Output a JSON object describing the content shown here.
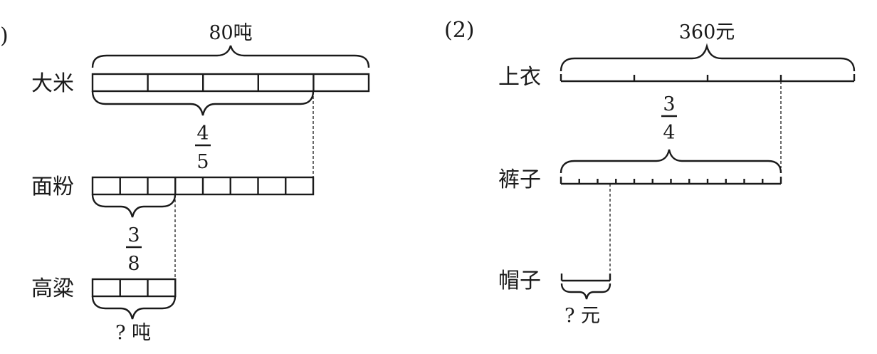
{
  "problem1": {
    "index_label": ")",
    "total_label": "80吨",
    "rows": [
      {
        "label": "大米",
        "parts": 5
      },
      {
        "label": "面粉",
        "parts": 8
      },
      {
        "label": "高粱",
        "parts": 3
      }
    ],
    "fraction_rice": {
      "numerator": "4",
      "denominator": "5"
    },
    "fraction_flour": {
      "numerator": "3",
      "denominator": "8"
    },
    "unknown_label": "? 吨"
  },
  "problem2": {
    "index_label": "(2)",
    "total_label": "360元",
    "rows": [
      {
        "label": "上衣",
        "parts": 4
      },
      {
        "label": "裤子",
        "parts": 12
      },
      {
        "label": "帽子",
        "parts": 2
      }
    ],
    "fraction": {
      "numerator": "3",
      "denominator": "4"
    },
    "unknown_label": "? 元"
  }
}
